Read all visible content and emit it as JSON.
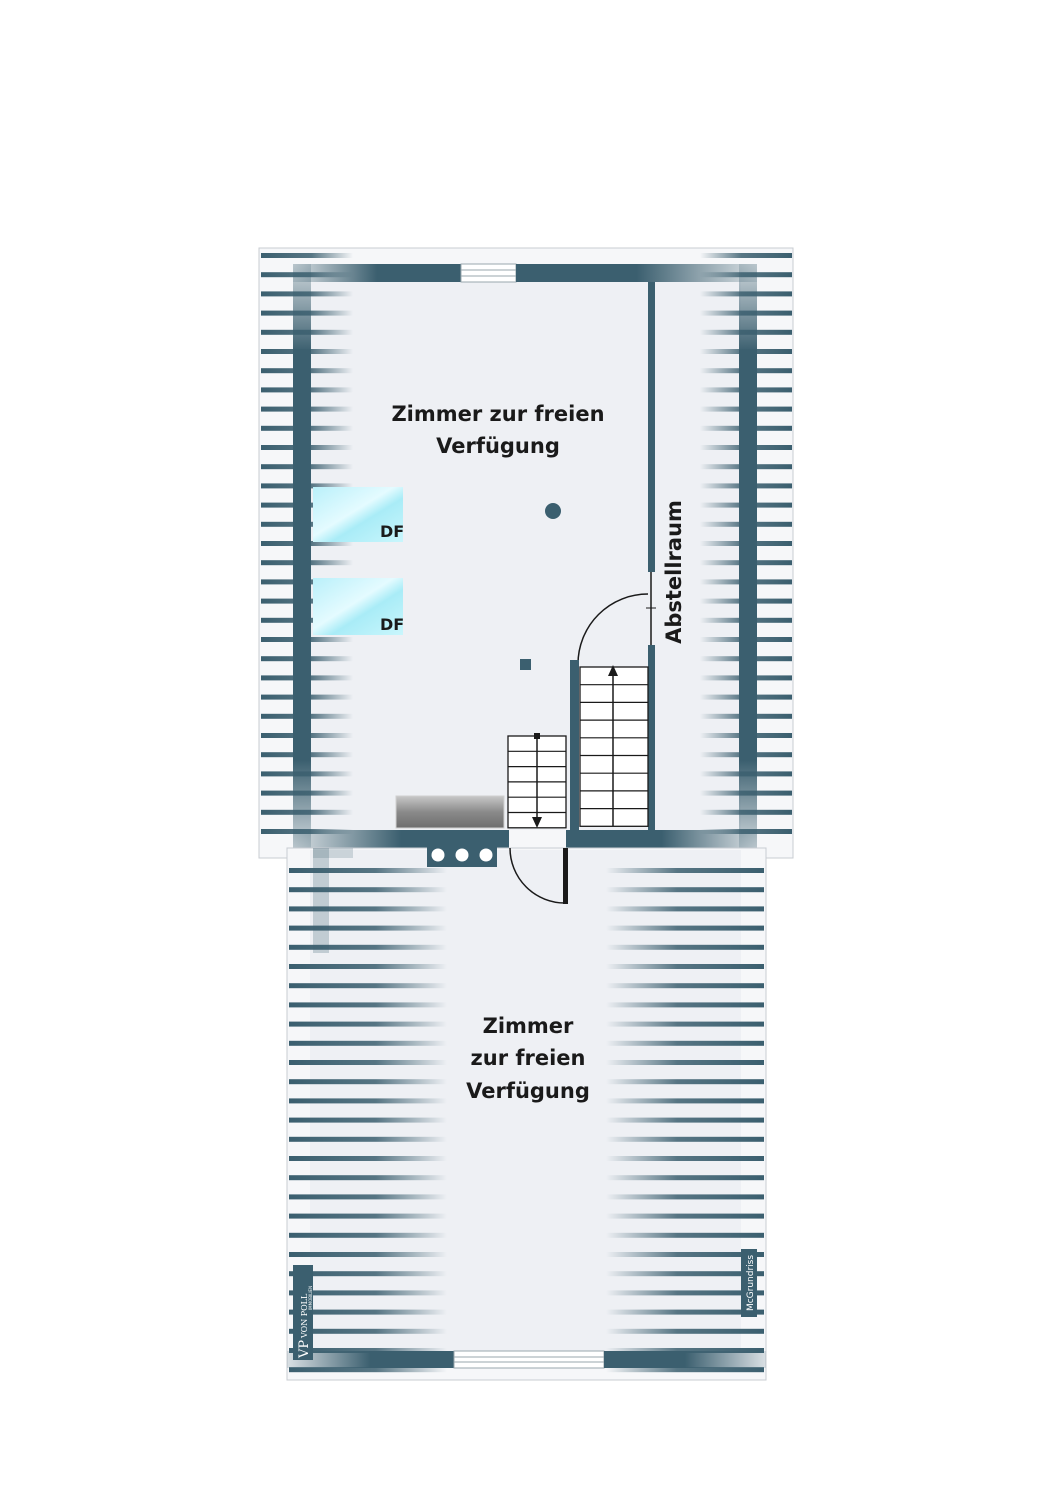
{
  "colors": {
    "wall": "#3b5f6f",
    "floor": "#eef0f4",
    "window_glass": "#c8f4fb",
    "stair_line": "#1a1a1a",
    "background": "#ffffff"
  },
  "rooms": {
    "upper": {
      "label_line1": "Zimmer zur freien",
      "label_line2": "Verfügung"
    },
    "storage": {
      "label": "Abstellraum"
    },
    "lower": {
      "label_line1": "Zimmer",
      "label_line2": "zur freien",
      "label_line3": "Verfügung"
    }
  },
  "skylights": [
    {
      "label": "DF"
    },
    {
      "label": "DF"
    }
  ],
  "branding": {
    "left_logo_mark": "VP",
    "left_logo_line1": "VON POLL",
    "left_logo_line2": "IMMOBILIEN",
    "right_credit": "McGrundriss"
  },
  "icons": {
    "chimney": "circle-dot-icon",
    "column": "square-dot-icon",
    "heater": "three-circles-icon"
  }
}
